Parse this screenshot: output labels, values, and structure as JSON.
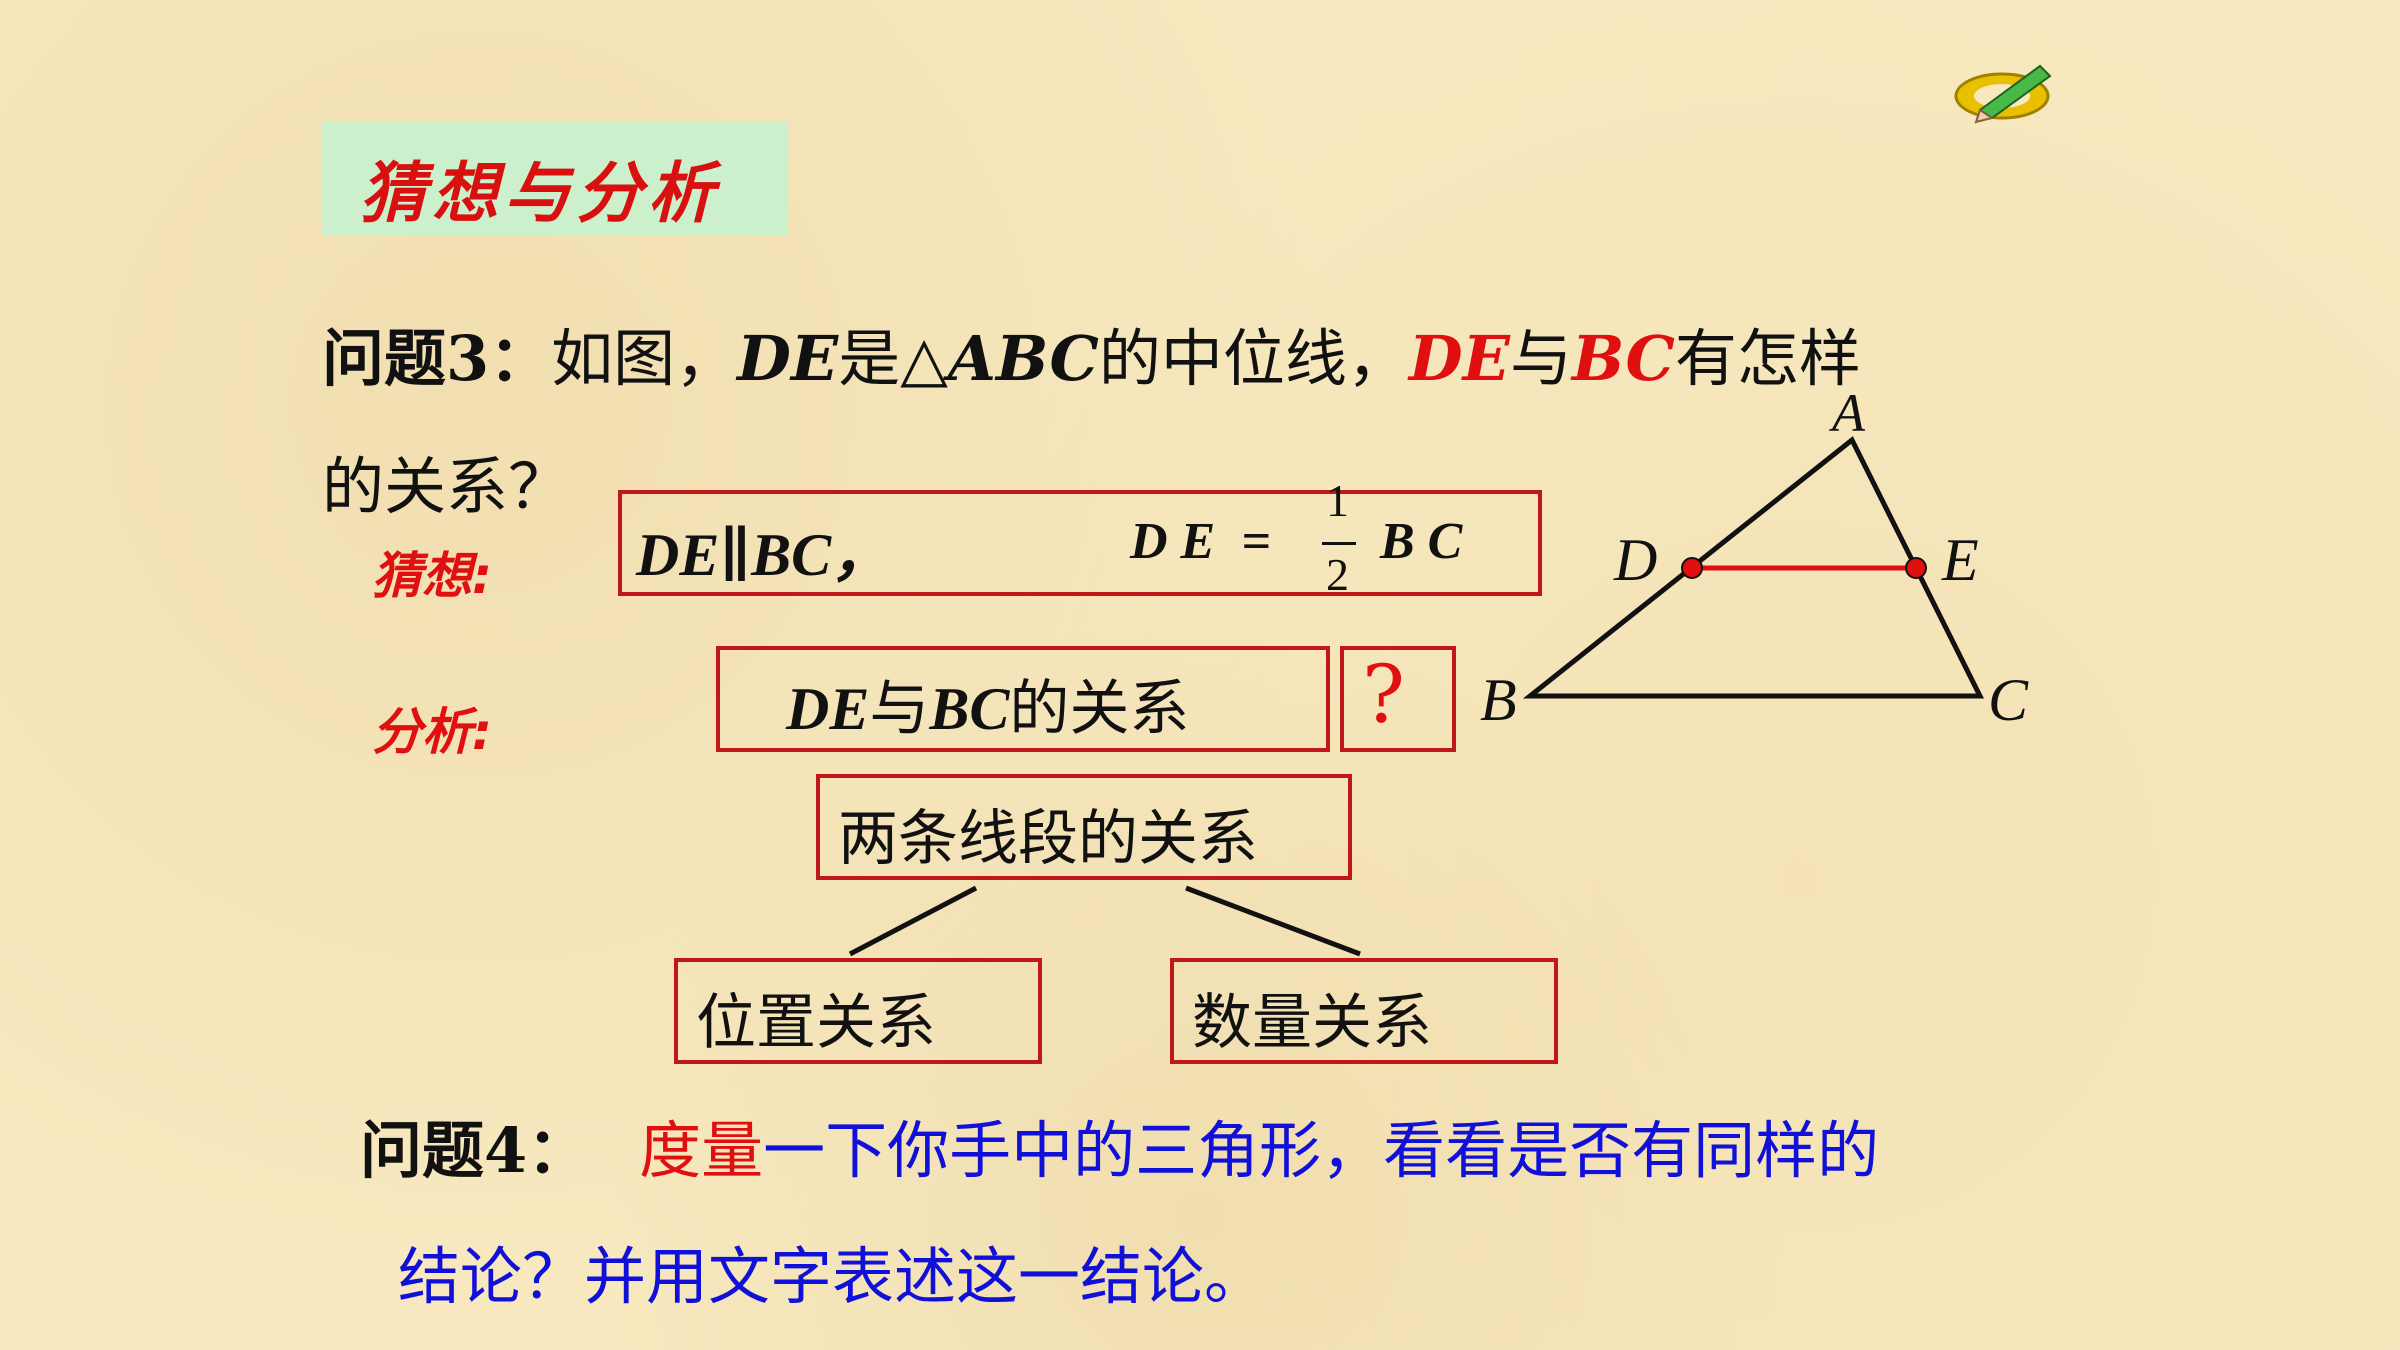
{
  "title": "猜想与分析",
  "q3": {
    "label": "问题3：",
    "t1": "如图，",
    "de": "DE",
    "t2": "是△",
    "abc": "ABC",
    "t3": "的中位线，",
    "de2": "DE",
    "t4": "与",
    "bc": "BC",
    "t5": "有怎样",
    "line2": "的关系？"
  },
  "guess": {
    "label": "猜想:",
    "parallel": "DE∥BC，",
    "eq_left": "D E  =",
    "numerator": "1",
    "denominator": "2",
    "eq_right": "B C"
  },
  "analysis": {
    "label": "分析:",
    "de": "DE",
    "yu": "与",
    "bc": "BC",
    "rest": "的关系",
    "question": "?"
  },
  "tree": {
    "root": "两条线段的关系",
    "left": "位置关系",
    "right": "数量关系"
  },
  "figure": {
    "A": "A",
    "B": "B",
    "C": "C",
    "D": "D",
    "E": "E"
  },
  "q4": {
    "label": "问题4：",
    "red_part": "度量",
    "blue_part": "一下你手中的三角形，看看是否有同样的",
    "line2": "结论？并用文字表述这一结论。"
  },
  "colors": {
    "red": "#e01010",
    "blue": "#1010d8",
    "border": "#c01818",
    "title_bg": "#ccf0cc"
  }
}
